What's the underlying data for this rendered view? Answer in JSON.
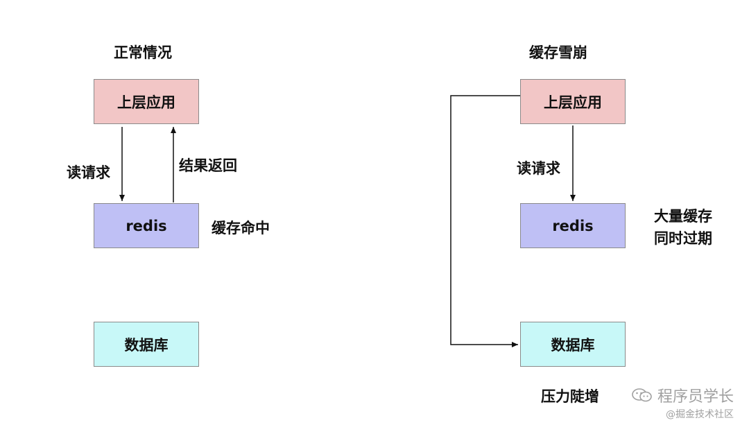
{
  "left": {
    "title": "正常情况",
    "app_box": "上层应用",
    "redis_box": "redis",
    "db_box": "数据库",
    "read_request_label": "读请求",
    "result_return_label": "结果返回",
    "cache_hit_label": "缓存命中"
  },
  "right": {
    "title": "缓存雪崩",
    "app_box": "上层应用",
    "redis_box": "redis",
    "db_box": "数据库",
    "read_request_label": "读请求",
    "expiry_note_line1": "大量缓存",
    "expiry_note_line2": "同时过期",
    "pressure_label": "压力陡增"
  },
  "watermark": {
    "main": "程序员学长",
    "sub": "@掘金技术社区",
    "icon": "wechat-icon"
  },
  "colors": {
    "app_fill": "#f2c6c6",
    "redis_fill": "#bfc0f5",
    "db_fill": "#c8f8f8",
    "arrow": "#111111"
  }
}
